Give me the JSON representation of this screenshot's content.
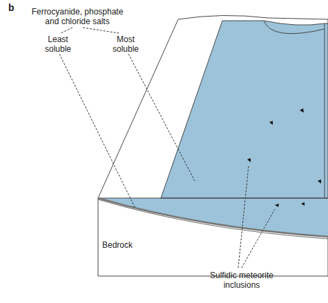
{
  "diagram": {
    "labels": [
      "b",
      "Ferrocyanide, phosphate and chloride salts",
      "Least soluble",
      "Most soluble",
      "Bedrock",
      "Sulfidic meteorite inclusions"
    ]
  }
}
